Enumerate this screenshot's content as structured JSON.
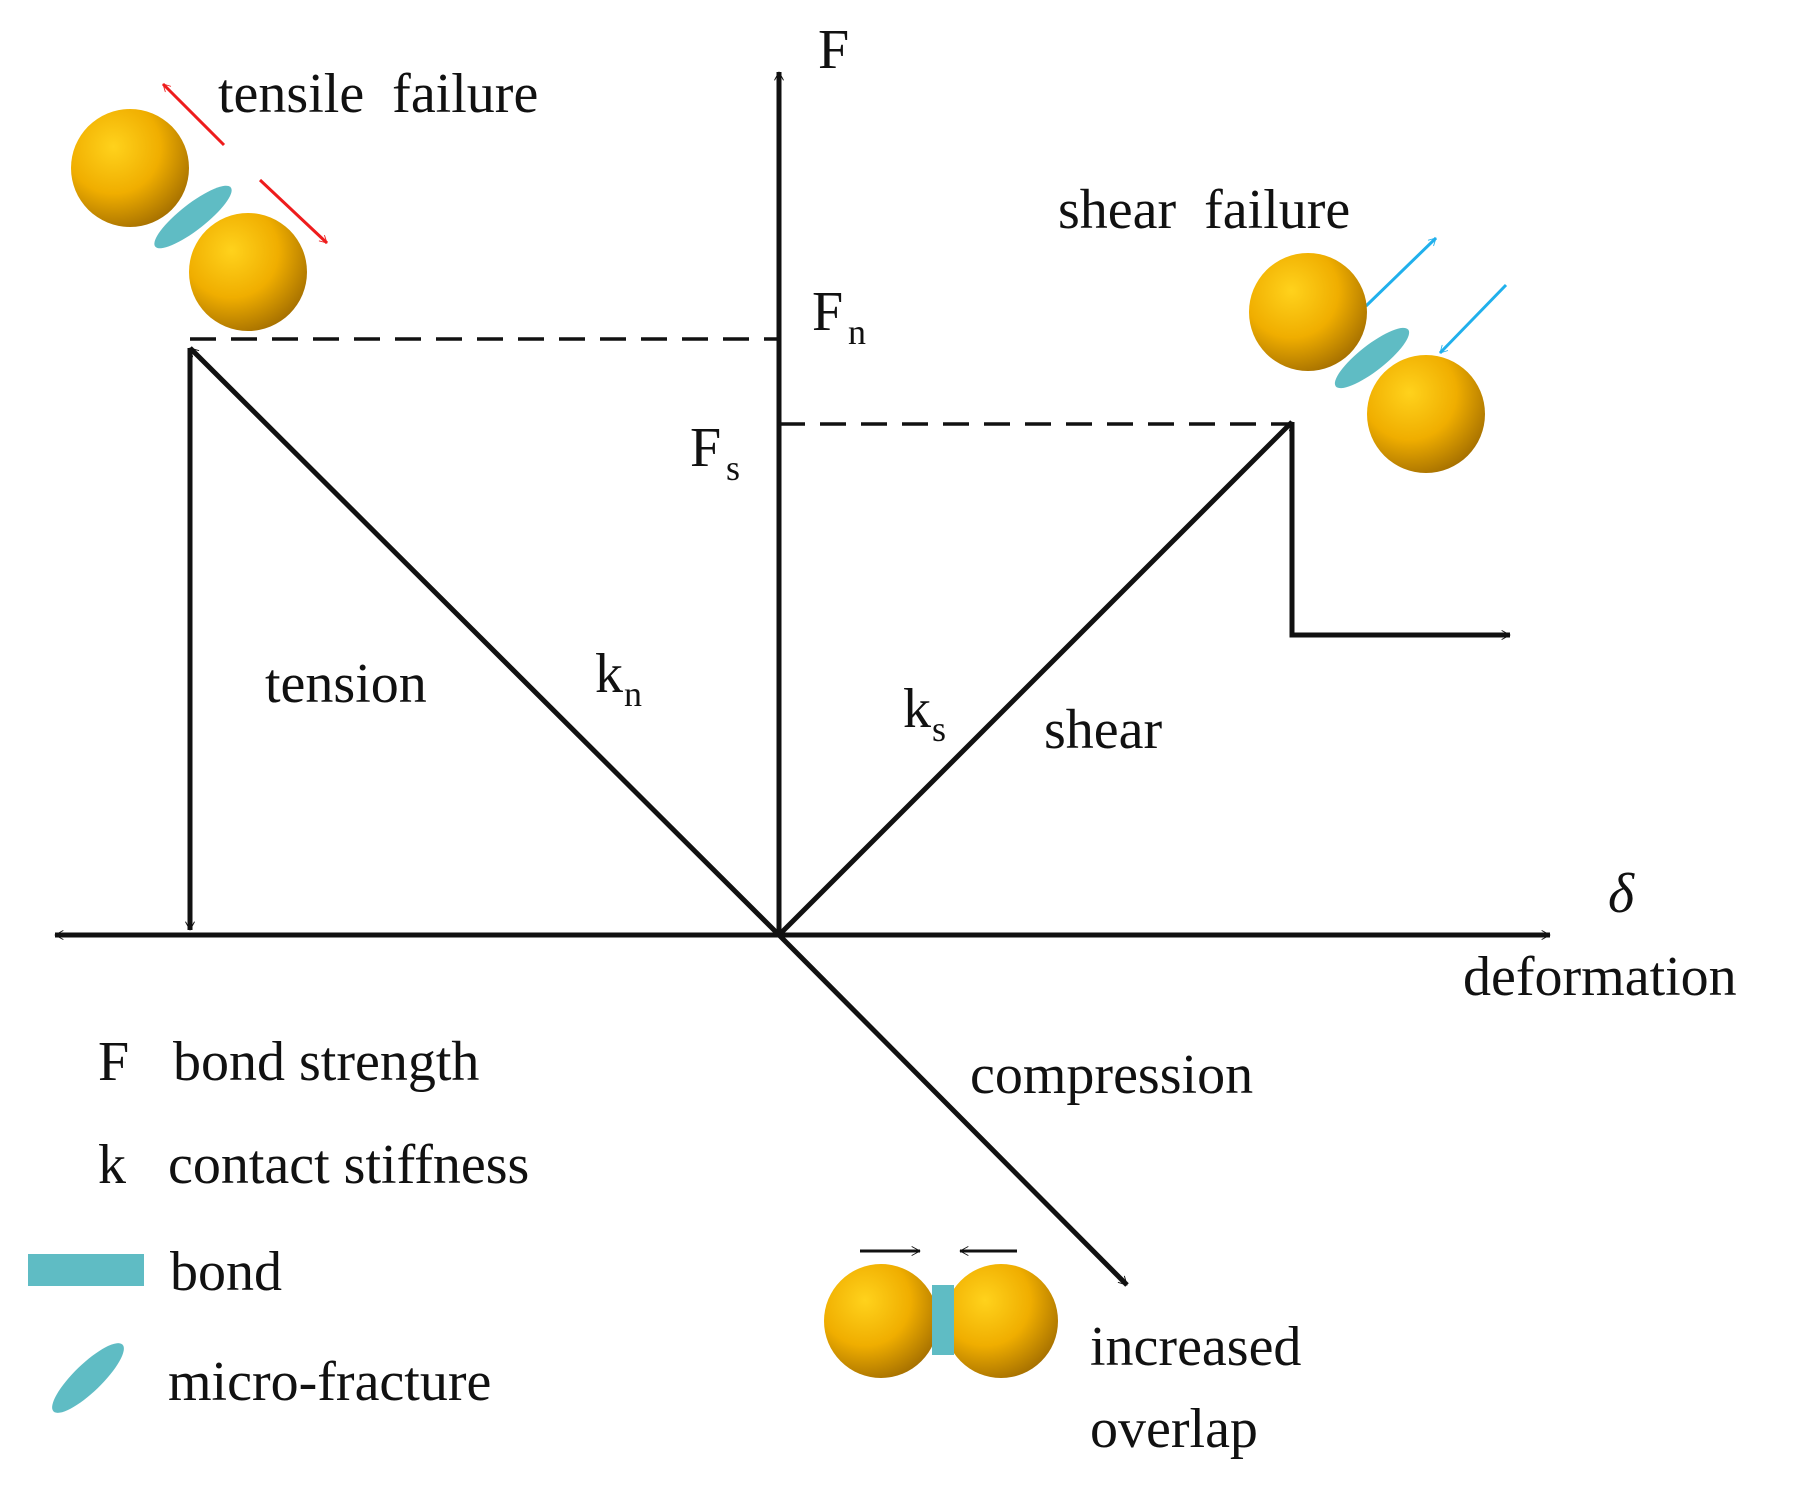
{
  "axes": {
    "force_label": "F",
    "delta_label": "δ",
    "deformation_label": "deformation"
  },
  "levels": {
    "fn_main": "F",
    "fn_sub": "n",
    "fs_main": "F",
    "fs_sub": "s"
  },
  "branches": {
    "tension": "tension",
    "kn_main": "k",
    "kn_sub": "n",
    "ks_main": "k",
    "ks_sub": "s",
    "shear": "shear",
    "compression": "compression"
  },
  "illustrations": {
    "tensile_failure": "tensile  failure",
    "shear_failure": "shear  failure",
    "increased": "increased",
    "overlap": "overlap"
  },
  "legend": {
    "f_symbol": "F",
    "f_text": "bond strength",
    "k_symbol": "k",
    "k_text": "contact stiffness",
    "bond_text": "bond",
    "micro_text": "micro-fracture"
  },
  "colors": {
    "particle": "#e8a800",
    "bond": "#5fbcc4",
    "tensile_arrow": "#ee1c1c",
    "shear_arrow": "#20b0ec",
    "line": "#111111"
  }
}
